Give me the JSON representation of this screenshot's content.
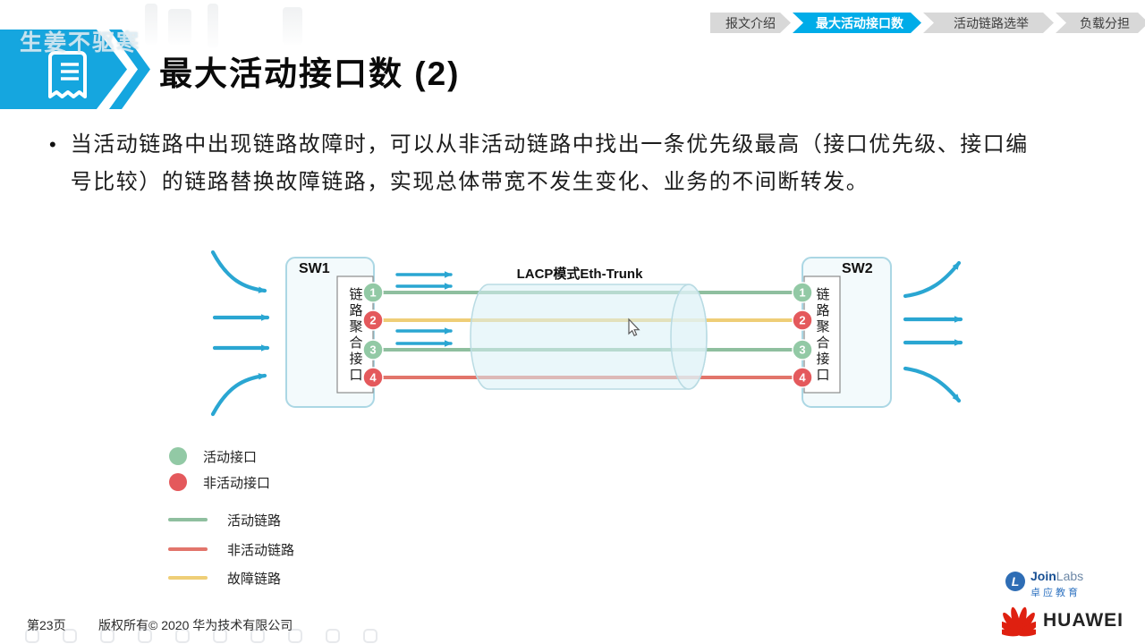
{
  "watermark": {
    "danmaku": "生姜不驱寒"
  },
  "breadcrumb": {
    "active_index": 1,
    "active_color": "#00ACE8",
    "inactive_color": "#D8D8D8",
    "tabs": [
      {
        "label": "报文介绍"
      },
      {
        "label": "最大活动接口数"
      },
      {
        "label": "活动链路选举"
      },
      {
        "label": "负载分担"
      }
    ]
  },
  "header": {
    "title": "最大活动接口数 (2)",
    "banner_color": "#15A6DF"
  },
  "content": {
    "bullet": "当活动链路中出现链路故障时，可以从非活动链路中找出一条优先级最高（接口优先级、接口编\n号比较）的链路替换故障链路，实现总体带宽不发生变化、业务的不间断转发。"
  },
  "diagram": {
    "sw1_label": "SW1",
    "sw2_label": "SW2",
    "lag_label": "链路聚合接口",
    "trunk_label": "LACP模式Eth-Trunk",
    "ports": [
      {
        "num": "1",
        "state": "active"
      },
      {
        "num": "2",
        "state": "inactive"
      },
      {
        "num": "3",
        "state": "active"
      },
      {
        "num": "4",
        "state": "inactive"
      }
    ],
    "links": [
      {
        "from_port": "1",
        "status": "active"
      },
      {
        "from_port": "2",
        "status": "fault"
      },
      {
        "from_port": "3",
        "status": "active"
      },
      {
        "from_port": "4",
        "status": "inactive"
      }
    ],
    "colors": {
      "port_active": "#92C9A5",
      "port_inactive": "#E4595C",
      "link_active": "#8FBF9F",
      "link_fault": "#EFCE77",
      "link_inactive": "#E2756B",
      "arrow": "#2AA6D2"
    }
  },
  "legend": {
    "items": [
      {
        "shape": "dot",
        "color": "#92C9A5",
        "label": "活动接口"
      },
      {
        "shape": "dot",
        "color": "#E4595C",
        "label": "非活动接口"
      },
      {
        "shape": "line",
        "color": "#8FBF9F",
        "label": "活动链路"
      },
      {
        "shape": "line",
        "color": "#E2756B",
        "label": "非活动链路"
      },
      {
        "shape": "line",
        "color": "#EFCE77",
        "label": "故障链路"
      }
    ]
  },
  "footer": {
    "page_label": "第23页",
    "copyright": "版权所有© 2020 华为技术有限公司"
  },
  "logos": {
    "joinlabs_join": "Join",
    "joinlabs_labs": "Labs",
    "joinlabs_sub": "卓应教育",
    "huawei": "HUAWEI"
  }
}
